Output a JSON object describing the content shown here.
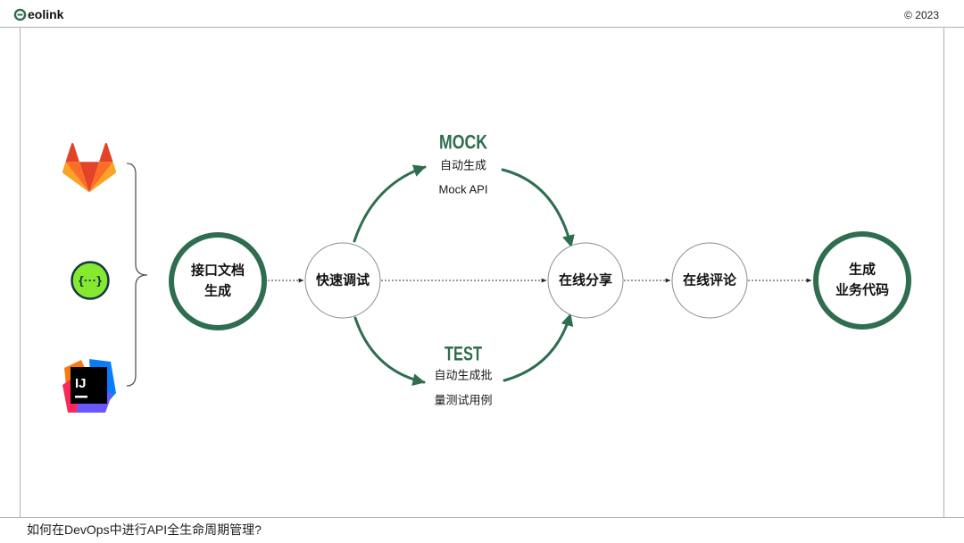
{
  "header": {
    "logo_icon": "eolink-logo-icon",
    "logo_text": "eolink",
    "copyright": "© 2023"
  },
  "sources": {
    "icons": [
      "gitlab-icon",
      "swagger-icon",
      "intellij-icon"
    ],
    "swagger_glyph": "{···}",
    "intellij_glyph": "IJ"
  },
  "flow": {
    "doc_generation": {
      "line1": "接口文档",
      "line2": "生成"
    },
    "quick_debug": {
      "label": "快速调试"
    },
    "online_share": {
      "label": "在线分享"
    },
    "online_comment": {
      "label": "在线评论"
    },
    "code_generation": {
      "line1": "生成",
      "line2": "业务代码"
    }
  },
  "mock": {
    "title": "MOCK",
    "line1": "自动生成",
    "line2": "Mock API"
  },
  "test": {
    "title": "TEST",
    "line1": "自动生成批",
    "line2": "量测试用例"
  },
  "footer": {
    "caption": "如何在DevOps中进行API全生命周期管理?"
  },
  "colors": {
    "accent": "#2f6d4f",
    "frame": "#b0b0b0",
    "text": "#111111",
    "swagger": "#85ea2d",
    "gitlab": "#fc6d26"
  }
}
